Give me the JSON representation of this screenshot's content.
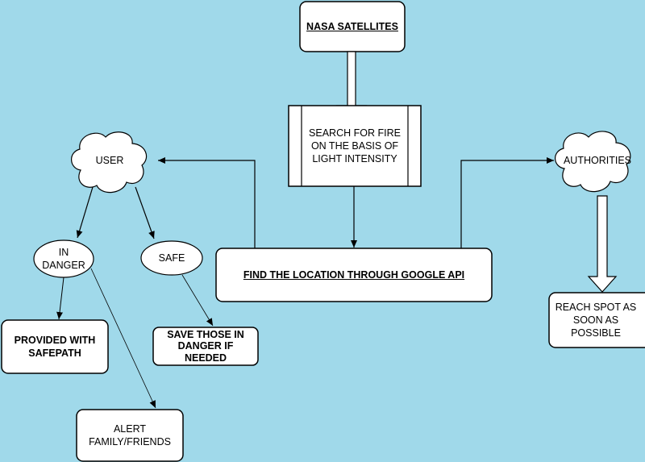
{
  "colors": {
    "background": "#a0d9ea",
    "node_fill": "#ffffff",
    "stroke": "#000000"
  },
  "nodes": {
    "nasa": "NASA SATELLITES",
    "search": "SEARCH FOR FIRE ON THE BASIS OF LIGHT INTENSITY",
    "find": "FIND THE LOCATION THROUGH GOOGLE API",
    "user": "USER",
    "authorities": "AUTHORITIES",
    "in_danger": "IN DANGER",
    "safe": "SAFE",
    "safepath": "PROVIDED WITH SAFEPATH",
    "save_those": "SAVE THOSE IN DANGER IF NEEDED",
    "alert": "ALERT FAMILY/FRIENDS",
    "reach": "REACH SPOT AS SOON AS POSSIBLE"
  }
}
